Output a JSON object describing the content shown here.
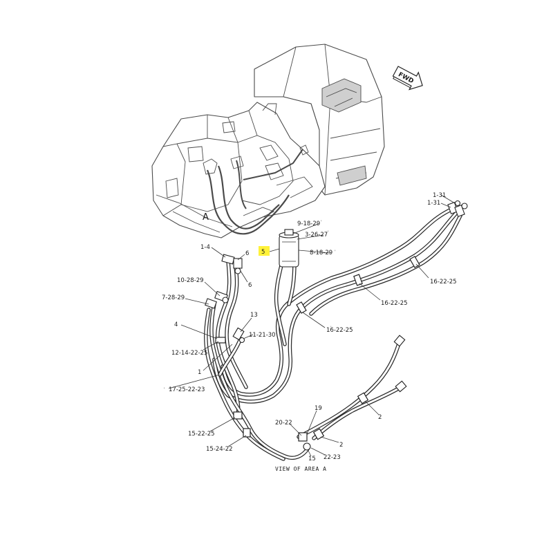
{
  "fwd_label": "FWD",
  "area_letter": "A",
  "view_caption": "VIEW OF AREA A",
  "highlight_color": "#fff23a",
  "callouts": {
    "c_1_31_top": "1-31",
    "c_1_31_bot": "1-31",
    "c_9_18_29": "9-18-29",
    "c_3_26_27": "3-26-27",
    "c_5": "5",
    "c_8_18_29": "8-18-29",
    "c_1_4": "1-4",
    "c_6_top": "6",
    "c_6_bot": "6",
    "c_10_28_29": "10-28-29",
    "c_7_28_29": "7-28-29",
    "c_13": "13",
    "c_4": "4",
    "c_11_21_30": "11-21-30",
    "c_12_14_22_25": "12-14-22-25",
    "c_1": "1",
    "c_17_25_22_23": "17-25-22-23",
    "c_16_22_25_right": "16-22-25",
    "c_16_22_25_mid": "16-22-25",
    "c_16_22_25_left": "16-22-25",
    "c_2_right": "2",
    "c_2_bot": "2",
    "c_19": "19",
    "c_20_22": "20-22",
    "c_15_22_25": "15-22-25",
    "c_15_24_22": "15-24-22",
    "c_15": "15",
    "c_22_23": "22-23"
  }
}
